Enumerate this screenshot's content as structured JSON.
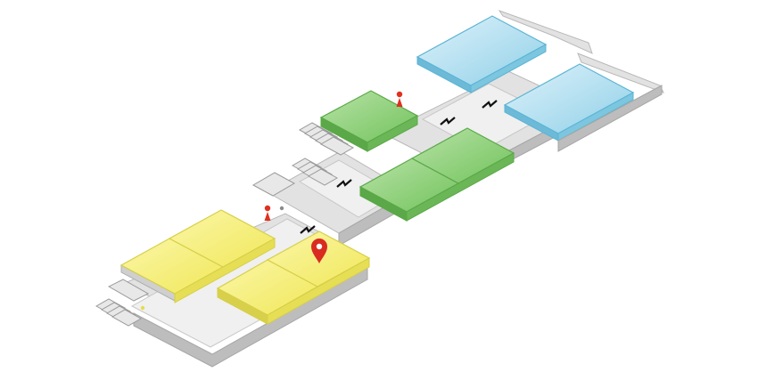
{
  "map": {
    "zones": [
      {
        "name": "yellow-zone",
        "color": "#f7f07a",
        "edge": "#d8d24a"
      },
      {
        "name": "green-zone",
        "color": "#8fd27a",
        "edge": "#5fae4c"
      },
      {
        "name": "blue-zone",
        "color": "#9fd9ee",
        "edge": "#5fb7d6"
      }
    ],
    "markers": {
      "current_location_icon": "map-pin-icon",
      "current_location_color": "#d92b20",
      "restroom_icon": "restroom-icon",
      "restroom_color": "#e0301e",
      "level_break_icon": "zigzag-icon"
    }
  }
}
